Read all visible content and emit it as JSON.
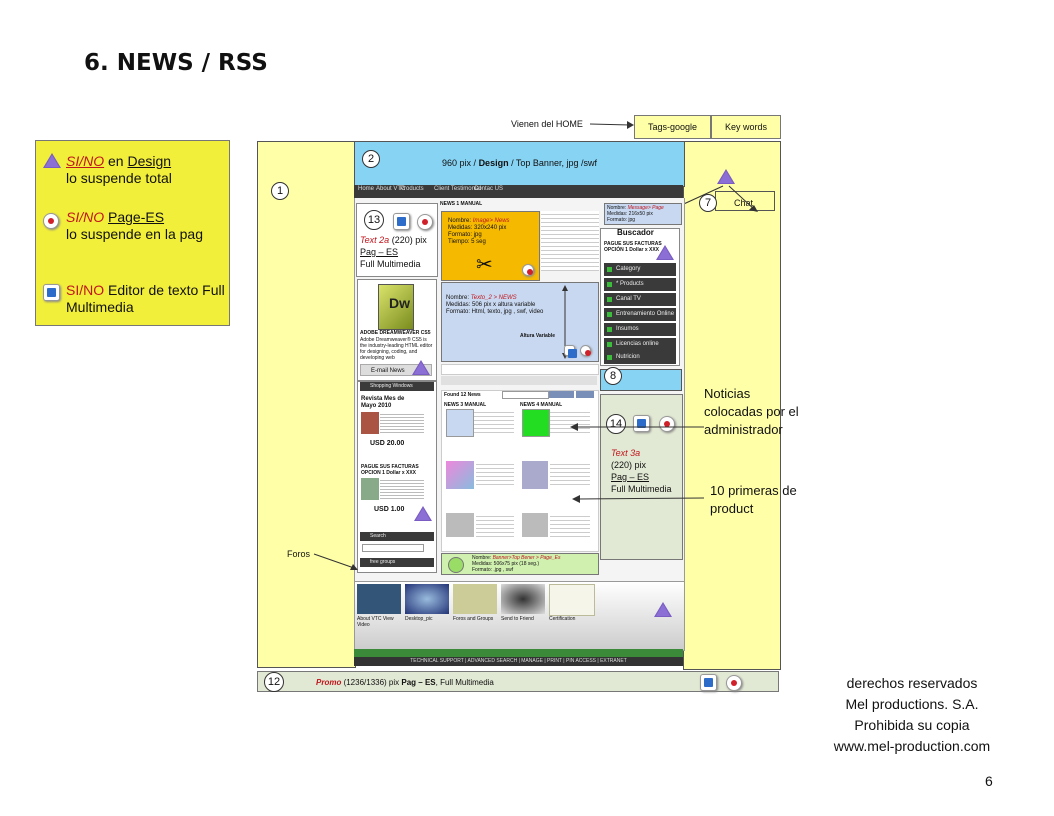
{
  "page": {
    "title": "6. NEWS / RSS",
    "page_number": "6"
  },
  "legend": {
    "item1_a": "SI/NO",
    "item1_b": " en ",
    "item1_c": "Design",
    "item1_d": "lo suspende total",
    "item2_a": "SI/NO",
    "item2_b": "Page-ES",
    "item2_c": "lo suspende en la pag",
    "item3_a": "SI/NO",
    "item3_b": " Editor de texto Full Multimedia"
  },
  "top": {
    "vienen": "Vienen del HOME",
    "tags": "Tags-google",
    "keywords": "Key words"
  },
  "numbers": {
    "n1": "1",
    "n2": "2",
    "n7": "7",
    "n8": "8",
    "n12": "12",
    "n13": "13",
    "n14": "14"
  },
  "banner": {
    "pre": "960 pix / ",
    "bold": "Design",
    "post": " / Top Banner, jpg /swf"
  },
  "chat": "Chat",
  "nav": [
    "Home",
    "About VTC",
    "Products",
    "Client Testimonial",
    "Contac US"
  ],
  "mock": {
    "news_title": "NEWS 1 MANUAL",
    "image_box": {
      "l1a": "Nombre: ",
      "l1b": "Image> News",
      "l2": "Medidas: 320x240 pix",
      "l3": "Formato: jpg",
      "l4": "Tiempo: 5 seg"
    },
    "text_box": {
      "l1a": "Nombre: ",
      "l1b": "Texto_2 > NEWS",
      "l2": "Medidas: 506 pix x altura variable",
      "l3": "Formato: Html, texto, jpg , swf, video",
      "altura": "Altura Variable"
    },
    "message_box": {
      "l1a": "Nombre: ",
      "l1b": "Message> Page",
      "l2": "Medidas: 216x50 pix",
      "l3": "Formato: jpg"
    },
    "buscador": "Buscador",
    "paque": "PAGUE SUS FACTURAS OPCIÓN 1 Dollar x XXX",
    "categories": [
      "Category",
      "* Products",
      "Canal TV",
      "Entrenamiento Online",
      "Insumos",
      "Licencias online",
      "Nutricion"
    ],
    "text2": {
      "a": "Text 2a",
      "b": " (220) pix",
      "c": "Pag – ES",
      "d": "Full Multimedia"
    },
    "text3": {
      "a": "Text 3a",
      "b": "(220) pix",
      "c": "Pag – ES",
      "d": "Full Multimedia"
    },
    "dreamweaver": "ADOBE DREAMWEAVER CS5",
    "dw_desc": "Adobe Dreamweaver® CS5 is the industry-leading HTML editor for designing, coding, and developing web",
    "email_news": "E-mail News",
    "shopping": "Shopping Windows",
    "revista": "Revista Mes de Mayo 2010",
    "usd20": "USD 20.00",
    "paque2": "PAGUE SUS FACTURAS OPCION 1 Dollar x XXX",
    "usd1": "USD 1.00",
    "search": "Search",
    "free_groups": "free groups",
    "found": "Found 12 News",
    "news3": "NEWS 3 MANUAL",
    "news4": "NEWS 4 MANUAL",
    "banner_box": {
      "l1a": "Nombre: ",
      "l1b": "Banner>Top Bener > Page_Es",
      "l2": "Medidas: 506x75 pix (18 seg.)",
      "l3": "Formato: .jpg , swf"
    },
    "thumbs": [
      "About VTC View Video",
      "Desktop_pic",
      "Foros and Groups",
      "Send to Friend",
      "Certification"
    ],
    "footer_links": "TECHNICAL SUPPORT | ADVANCED SEARCH | MANAGE | PRINT | PIN ACCESS | EXTRANET"
  },
  "promo": {
    "a": "Promo",
    "b": " (1236/1336) pix ",
    "c": "Pag – ES",
    "d": ", Full Multimedia"
  },
  "annotations": {
    "foros": "Foros",
    "noticias": "Noticias colocadas por el administrador",
    "primeras": "10 primeras de product"
  },
  "copyright": {
    "l1": "derechos reservados",
    "l2": "Mel productions. S.A.",
    "l3": "Prohibida su copia",
    "l4": "www.mel-production.com"
  }
}
